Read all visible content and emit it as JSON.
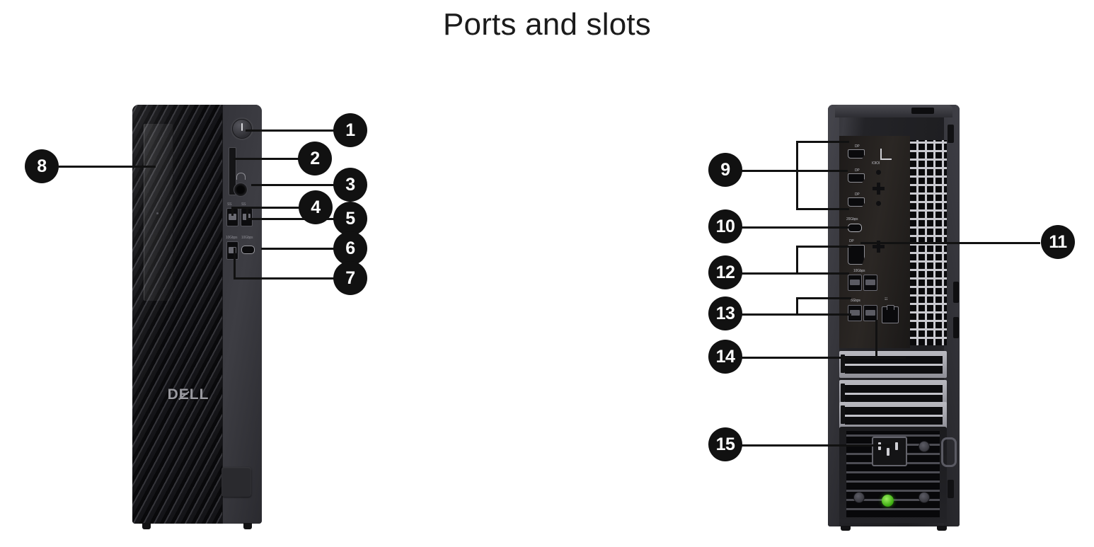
{
  "page": {
    "title": "Ports and slots",
    "background_color": "#ffffff",
    "callout_color": "#111111",
    "callout_text_color": "#ffffff"
  },
  "views": [
    {
      "id": "front",
      "name": "front-view",
      "brand": "Dell"
    },
    {
      "id": "rear",
      "name": "rear-view"
    }
  ],
  "brand": {
    "logo_part1": "D",
    "logo_part2": "E",
    "logo_part3": "LL"
  },
  "callouts": [
    {
      "n": "1",
      "view": "front",
      "target": "power-button"
    },
    {
      "n": "2",
      "view": "front",
      "target": "sd-card-slot"
    },
    {
      "n": "3",
      "view": "front",
      "target": "headset-jack"
    },
    {
      "n": "4",
      "view": "front",
      "target": "usb-a-port-upper-left"
    },
    {
      "n": "5",
      "view": "front",
      "target": "usb-a-port-upper-right"
    },
    {
      "n": "6",
      "view": "front",
      "target": "usb-c-port"
    },
    {
      "n": "7",
      "view": "front",
      "target": "usb-a-port-lower"
    },
    {
      "n": "8",
      "view": "front",
      "target": "front-bezel-panel"
    },
    {
      "n": "9",
      "view": "rear",
      "target": "displayport-group"
    },
    {
      "n": "10",
      "view": "rear",
      "target": "usb-c-20gbps-port"
    },
    {
      "n": "11",
      "view": "rear",
      "target": "expansion-card-area"
    },
    {
      "n": "12",
      "view": "rear",
      "target": "displayport-group-lower"
    },
    {
      "n": "13",
      "view": "rear",
      "target": "usb-a-port-group"
    },
    {
      "n": "14",
      "view": "rear",
      "target": "expansion-card-slot"
    },
    {
      "n": "15",
      "view": "rear",
      "target": "power-connector-port"
    }
  ],
  "front_port_labels": {
    "usb_upper_left": "SS",
    "usb_upper_right": "SS",
    "usb_lower_left": "10Gbps",
    "usb_lower_right": "10Gbps"
  },
  "rear_port_labels": {
    "dp1": "DP",
    "dp2": "DP",
    "dp3": "DP",
    "usb_c": "20Gbps",
    "dp_lower": "DP",
    "usb_group_upper": "10Gbps",
    "usb_group_lower": "5Gbps"
  },
  "indicators": {
    "psu_diagnostic_led_color": "#4fc018"
  }
}
